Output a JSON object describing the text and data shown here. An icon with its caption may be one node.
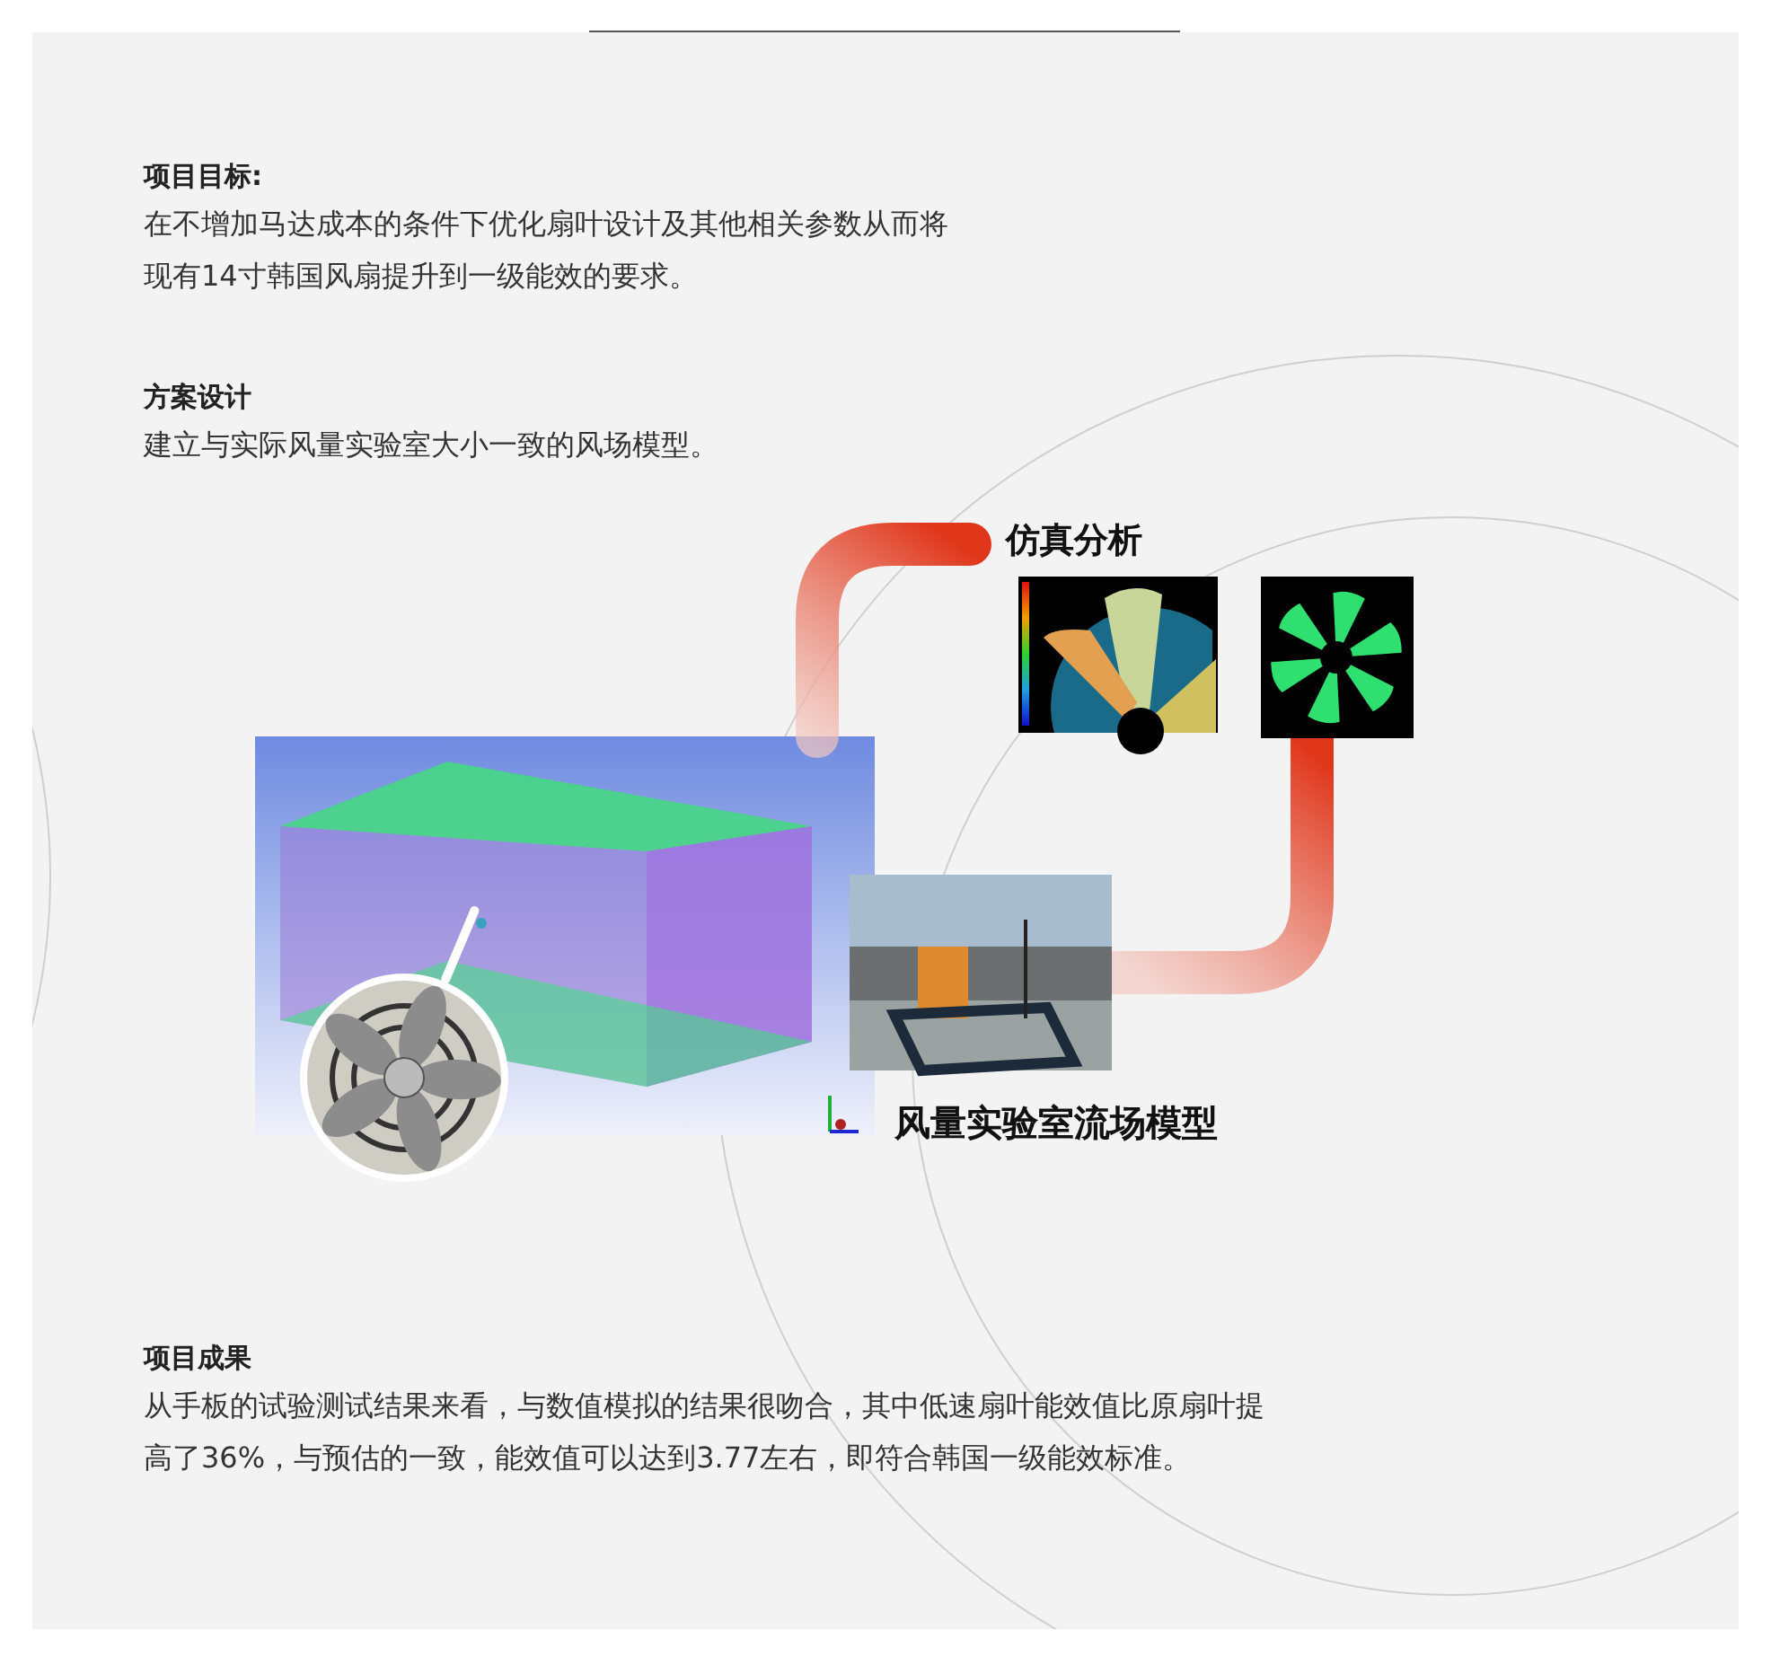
{
  "diagram": {
    "nodes": [
      {
        "text": [],
        "shape": "picture"
      },
      {
        "text": [],
        "shape": "picture"
      },
      {
        "text": [
          "仿真分析"
        ]
      },
      {
        "text": [],
        "shape": "picture"
      },
      {
        "text": [],
        "shape": "picture"
      },
      {
        "text": [],
        "shape": "picture",
        "beside": [
          "风量实验室流场模型"
        ]
      }
    ],
    "edges": [
      {
        "from": 0,
        "to": 2,
        "arrow": "none"
      },
      {
        "from": 4,
        "to": 5,
        "arrow": "none"
      },
      {
        "from": 1,
        "to": 0,
        "arrow": "none"
      }
    ],
    "labels": [
      "项目目标:",
      "在不增加马达成本的条件下优化扇叶设计及其他相关参数从而将现有14寸韩国风扇提升到一级能效的要求。",
      "方案设计",
      "建立与实际风量实验室大小一致的风场模型。",
      "项目成果",
      "从手板的试验测试结果来看，与数值模拟的结果很吻合，其中低速扇叶能效值比原扇叶提高了36%，与预估的一致，能效值可以达到3.77左右，即符合韩国一级能效标准。"
    ]
  }
}
